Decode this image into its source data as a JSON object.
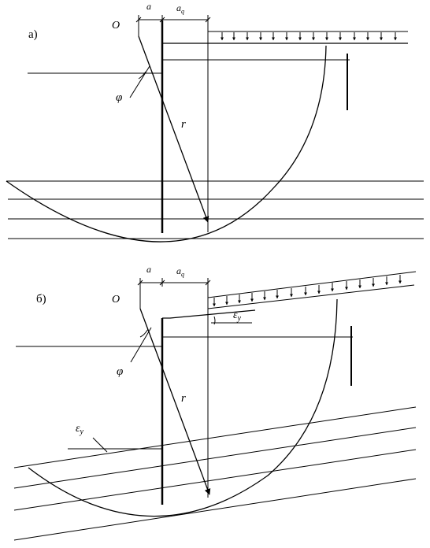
{
  "panel_a": {
    "label": "а)",
    "point": "O",
    "dim_a": "a",
    "dim_aq": "a",
    "dim_aq_sub": "q",
    "angle": "φ",
    "radius": "r"
  },
  "panel_b": {
    "label": "б)",
    "point": "O",
    "dim_a": "a",
    "dim_aq": "a",
    "dim_aq_sub": "q",
    "angle": "φ",
    "radius": "r",
    "slope_top": "ε",
    "slope_top_sub": "y",
    "slope_left": "ε",
    "slope_left_sub": "y"
  },
  "colors": {
    "ink": "#000000",
    "paper": "#ffffff"
  }
}
